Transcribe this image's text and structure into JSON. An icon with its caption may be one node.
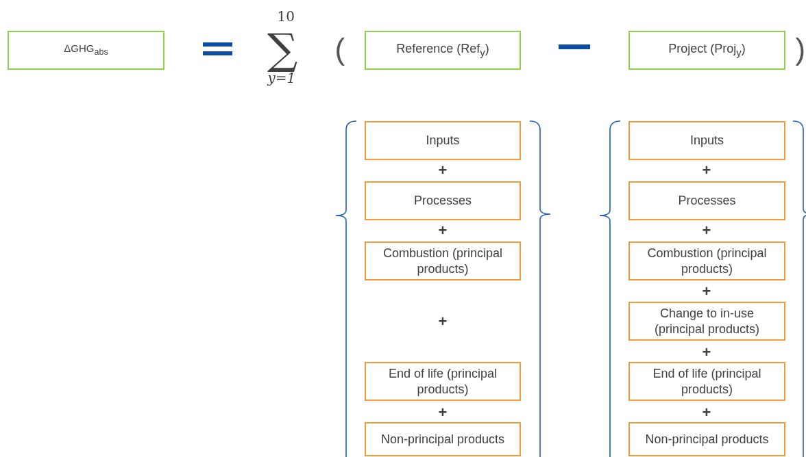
{
  "diagram": {
    "nodes": [
      {
        "text": [
          "ΔGHG$_{abs}$"
        ]
      },
      {
        "text": [
          "Reference (Ref$_{y}$)"
        ]
      },
      {
        "text": [
          "Project (Proj$_{y}$)"
        ]
      },
      {
        "text": [
          "Inputs"
        ]
      },
      {
        "text": [
          "Processes"
        ]
      },
      {
        "text": [
          "Combustion (principal products)"
        ]
      },
      {
        "text": [
          "End of life (principal products)"
        ]
      },
      {
        "text": [
          "Non-principal products"
        ]
      },
      {
        "text": [
          "Inputs"
        ]
      },
      {
        "text": [
          "Processes"
        ]
      },
      {
        "text": [
          "Combustion (principal products)"
        ]
      },
      {
        "text": [
          "Change to in-use (principal products)"
        ]
      },
      {
        "text": [
          "End of life (principal products)"
        ]
      },
      {
        "text": [
          "Non-principal products"
        ]
      }
    ],
    "labels": [
      "10",
      "∑",
      "y=1",
      "(",
      ")",
      "+",
      "+",
      "+",
      "+",
      "+",
      "+",
      "+",
      "+",
      "+"
    ]
  }
}
